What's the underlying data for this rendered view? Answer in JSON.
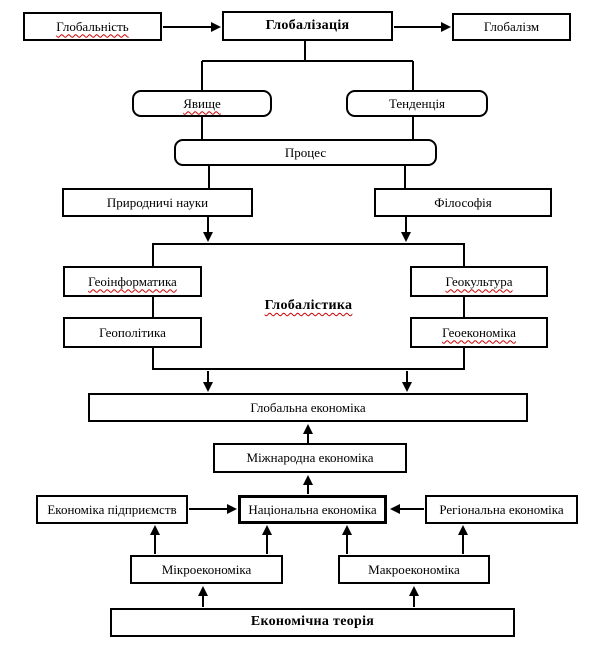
{
  "nodes": {
    "globalnist": "Глобальність",
    "globalizatsiia": "Глобалізація",
    "globalizm": "Глобалізм",
    "yavyshche": "Явище",
    "tendentsiia": "Тенденція",
    "protses": "Процес",
    "pryrodnychi_nauky": "Природничі науки",
    "filosofiia": "Філософія",
    "heoinformatyka": "Геоінформатика",
    "heopolityka": "Геополітика",
    "hlobalistyka": "Глобалістика",
    "heokultura": "Геокультура",
    "heoekonomika": "Геоекономіка",
    "hlobalna_ekonomika": "Глобальна економіка",
    "mizhnarodna_ekonomika": "Міжнародна економіка",
    "ekonomika_pidpryiemstv": "Економіка підприємств",
    "natsionalna_ekonomika": "Національна економіка",
    "rehionalna_ekonomika": "Регіональна економіка",
    "mikroekonomika": "Мікроекономіка",
    "makroekonomika": "Макроекономіка",
    "ekonomichna_teoriia": "Економічна теорія"
  },
  "colors": {
    "line": "#000000",
    "border": "#000000",
    "background": "#ffffff",
    "text": "#000000",
    "spellcheck_underline": "#cc0000"
  },
  "connectors": [
    [
      305,
      41,
      305,
      61,
      0
    ],
    [
      202,
      61,
      413,
      61,
      0
    ],
    [
      202,
      61,
      202,
      90,
      0
    ],
    [
      413,
      61,
      413,
      90,
      0
    ],
    [
      202,
      117,
      202,
      139,
      0
    ],
    [
      413,
      117,
      413,
      139,
      0
    ],
    [
      209,
      166,
      209,
      188,
      0
    ],
    [
      405,
      166,
      405,
      188,
      0
    ],
    [
      163,
      27,
      221,
      27,
      1
    ],
    [
      394,
      27,
      451,
      27,
      1
    ],
    [
      208,
      217,
      208,
      242,
      1
    ],
    [
      406,
      217,
      406,
      242,
      1
    ],
    [
      208,
      371,
      208,
      392,
      1
    ],
    [
      407,
      371,
      407,
      392,
      1
    ],
    [
      308,
      443,
      308,
      424,
      1
    ],
    [
      308,
      494,
      308,
      475,
      1
    ],
    [
      189,
      509,
      237,
      509,
      1
    ],
    [
      424,
      509,
      390,
      509,
      1
    ],
    [
      155,
      554,
      155,
      525,
      1
    ],
    [
      267,
      554,
      267,
      525,
      1
    ],
    [
      347,
      554,
      347,
      525,
      1
    ],
    [
      463,
      554,
      463,
      525,
      1
    ],
    [
      203,
      607,
      203,
      586,
      1
    ],
    [
      414,
      607,
      414,
      586,
      1
    ]
  ]
}
